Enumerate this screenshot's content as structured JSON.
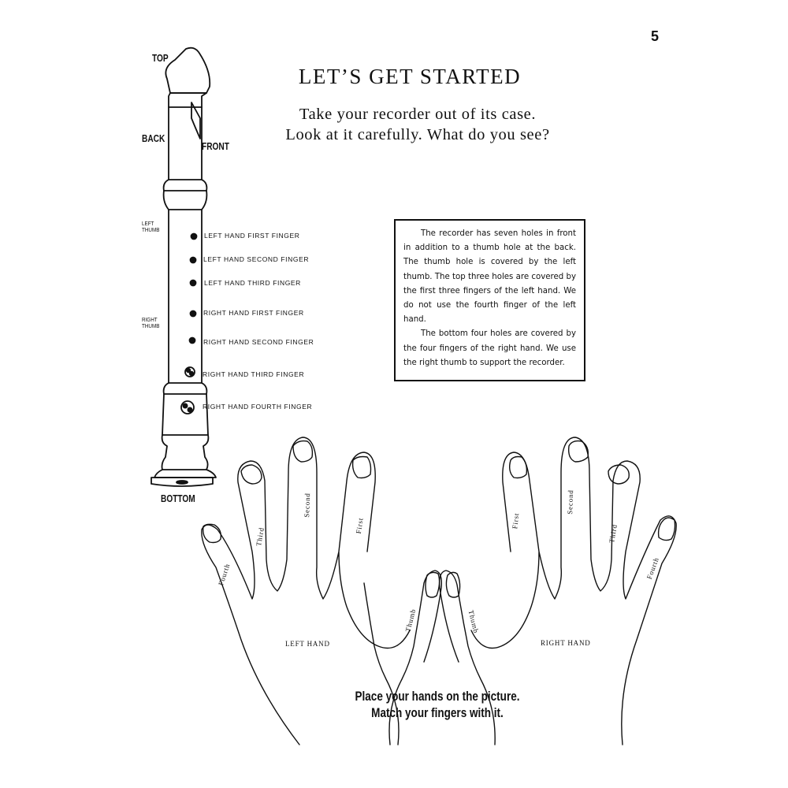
{
  "page": {
    "number": "5",
    "title": "LET’S GET STARTED",
    "intro_lines": [
      "Take your recorder out of its case.",
      "Look at it carefully. What do you see?"
    ]
  },
  "recorder": {
    "top_label": "TOP",
    "back_label": "BACK",
    "front_label": "FRONT",
    "bottom_label": "BOTTOM",
    "left_thumb_lines": [
      "LEFT",
      "THUMB"
    ],
    "right_thumb_lines": [
      "RIGHT",
      "THUMB"
    ],
    "finger_labels": [
      "LEFT HAND  FIRST FINGER",
      "LEFT HAND  SECOND FINGER",
      "LEFT HAND  THIRD FINGER",
      "RIGHT HAND  FIRST FINGER",
      "RIGHT HAND  SECOND FINGER",
      "RIGHT HAND  THIRD FINGER",
      "RIGHT HAND  FOURTH FINGER"
    ]
  },
  "info_box": {
    "paragraphs": [
      "The recorder has seven holes in front in addition to a thumb hole at the back.  The thumb hole is covered by the left thumb.  The top three holes are covered by the first three fingers of the left hand.  We do not use the fourth finger of the left hand.",
      "The bottom four holes are covered by the four fingers of the right hand. We use the right thumb to support the recorder."
    ]
  },
  "hands": {
    "left_hand_label": "LEFT HAND",
    "right_hand_label": "RIGHT HAND",
    "left_fingers": {
      "fourth": "Fourth",
      "third": "Third",
      "second": "Second",
      "first": "First",
      "thumb": "Thumb"
    },
    "right_fingers": {
      "first": "First",
      "second": "Second",
      "third": "Third",
      "fourth": "Fourth",
      "thumb": "Thumb"
    }
  },
  "instructions": [
    "Place your hands on the picture.",
    "Match your fingers with it."
  ]
}
